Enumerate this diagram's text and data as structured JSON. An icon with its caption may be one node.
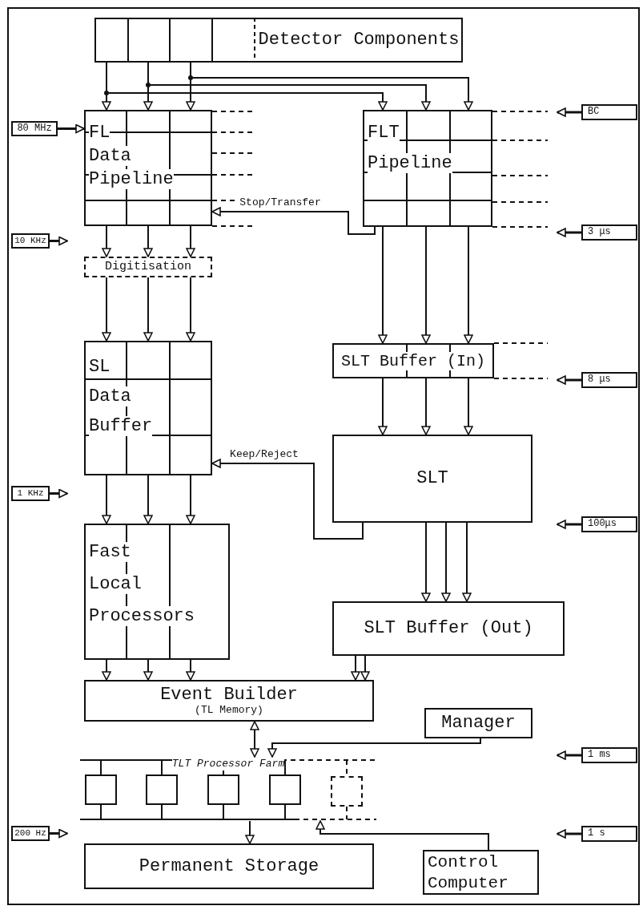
{
  "diagram": {
    "nodes": [
      {
        "text": [
          "Detector Components"
        ]
      },
      {
        "text": [
          "FL Data Pipeline"
        ]
      },
      {
        "text": [
          "FLT Pipeline"
        ]
      },
      {
        "text": [
          "Digitisation"
        ]
      },
      {
        "text": [
          "SL Data Buffer"
        ]
      },
      {
        "text": [
          "SLT Buffer (In)"
        ]
      },
      {
        "text": [
          "SLT"
        ]
      },
      {
        "text": [
          "Fast Local Processors"
        ]
      },
      {
        "text": [
          "SLT Buffer (Out)"
        ]
      },
      {
        "text": [
          "Event Builder",
          "(TL Memory)"
        ]
      },
      {
        "text": [
          "Manager"
        ]
      },
      {
        "text": [
          "TLT Processor Farm"
        ]
      },
      {
        "text": [],
        "shape": "box",
        "in": 11
      },
      {
        "text": [],
        "shape": "box",
        "in": 11
      },
      {
        "text": [],
        "shape": "box",
        "in": 11
      },
      {
        "text": [],
        "shape": "box",
        "in": 11
      },
      {
        "text": [],
        "shape": "box",
        "in": 11
      },
      {
        "text": [
          "Permanent Storage"
        ]
      },
      {
        "text": [
          "Control Computer"
        ]
      },
      {
        "text": [
          "80 MHz"
        ]
      },
      {
        "text": [
          "10 KHz"
        ]
      },
      {
        "text": [
          "1 KHz"
        ]
      },
      {
        "text": [
          "200 Hz"
        ]
      },
      {
        "text": [
          "BC"
        ]
      },
      {
        "text": [
          "3 μs"
        ]
      },
      {
        "text": [
          "8 μs"
        ]
      },
      {
        "text": [
          "100μs"
        ]
      },
      {
        "text": [
          "1 ms"
        ]
      },
      {
        "text": [
          "1 s"
        ]
      }
    ],
    "edges": [
      {
        "from": 0,
        "to": 1,
        "arrow": "to"
      },
      {
        "from": 0,
        "to": 1,
        "arrow": "to"
      },
      {
        "from": 0,
        "to": 1,
        "arrow": "to"
      },
      {
        "from": 0,
        "to": 2,
        "arrow": "to"
      },
      {
        "from": 0,
        "to": 2,
        "arrow": "to"
      },
      {
        "from": 0,
        "to": 2,
        "arrow": "to"
      },
      {
        "from": 2,
        "to": 1,
        "arrow": "to",
        "label": "Stop/Transfer"
      },
      {
        "from": 1,
        "to": 3,
        "arrow": "to"
      },
      {
        "from": 1,
        "to": 3,
        "arrow": "to"
      },
      {
        "from": 1,
        "to": 3,
        "arrow": "to"
      },
      {
        "from": 3,
        "to": 4,
        "arrow": "to"
      },
      {
        "from": 3,
        "to": 4,
        "arrow": "to"
      },
      {
        "from": 3,
        "to": 4,
        "arrow": "to"
      },
      {
        "from": 2,
        "to": 5,
        "arrow": "to"
      },
      {
        "from": 2,
        "to": 5,
        "arrow": "to"
      },
      {
        "from": 2,
        "to": 5,
        "arrow": "to"
      },
      {
        "from": 5,
        "to": 6,
        "arrow": "to"
      },
      {
        "from": 5,
        "to": 6,
        "arrow": "to"
      },
      {
        "from": 5,
        "to": 6,
        "arrow": "to"
      },
      {
        "from": 6,
        "to": 4,
        "arrow": "to",
        "label": "Keep/Reject"
      },
      {
        "from": 4,
        "to": 7,
        "arrow": "to"
      },
      {
        "from": 4,
        "to": 7,
        "arrow": "to"
      },
      {
        "from": 4,
        "to": 7,
        "arrow": "to"
      },
      {
        "from": 6,
        "to": 8,
        "arrow": "to"
      },
      {
        "from": 6,
        "to": 8,
        "arrow": "to"
      },
      {
        "from": 6,
        "to": 8,
        "arrow": "to"
      },
      {
        "from": 7,
        "to": 9,
        "arrow": "to"
      },
      {
        "from": 7,
        "to": 9,
        "arrow": "to"
      },
      {
        "from": 7,
        "to": 9,
        "arrow": "to"
      },
      {
        "from": 8,
        "to": 9,
        "arrow": "to"
      },
      {
        "from": 8,
        "to": 9,
        "arrow": "to"
      },
      {
        "from": 9,
        "to": 11,
        "arrow": "both"
      },
      {
        "from": 10,
        "to": 11,
        "arrow": "to"
      },
      {
        "from": 11,
        "to": 17,
        "arrow": "to"
      },
      {
        "from": 18,
        "to": 11,
        "arrow": "to"
      },
      {
        "from": 19,
        "to": 1,
        "arrow": "to"
      },
      {
        "from": 20,
        "to": null,
        "arrow": "to"
      },
      {
        "from": 21,
        "to": null,
        "arrow": "to"
      },
      {
        "from": 22,
        "to": null,
        "arrow": "to"
      },
      {
        "from": 23,
        "to": null,
        "arrow": "to"
      },
      {
        "from": 24,
        "to": null,
        "arrow": "to"
      },
      {
        "from": 25,
        "to": null,
        "arrow": "to"
      },
      {
        "from": 26,
        "to": null,
        "arrow": "to"
      },
      {
        "from": 27,
        "to": null,
        "arrow": "to"
      },
      {
        "from": 28,
        "to": null,
        "arrow": "to"
      }
    ]
  }
}
